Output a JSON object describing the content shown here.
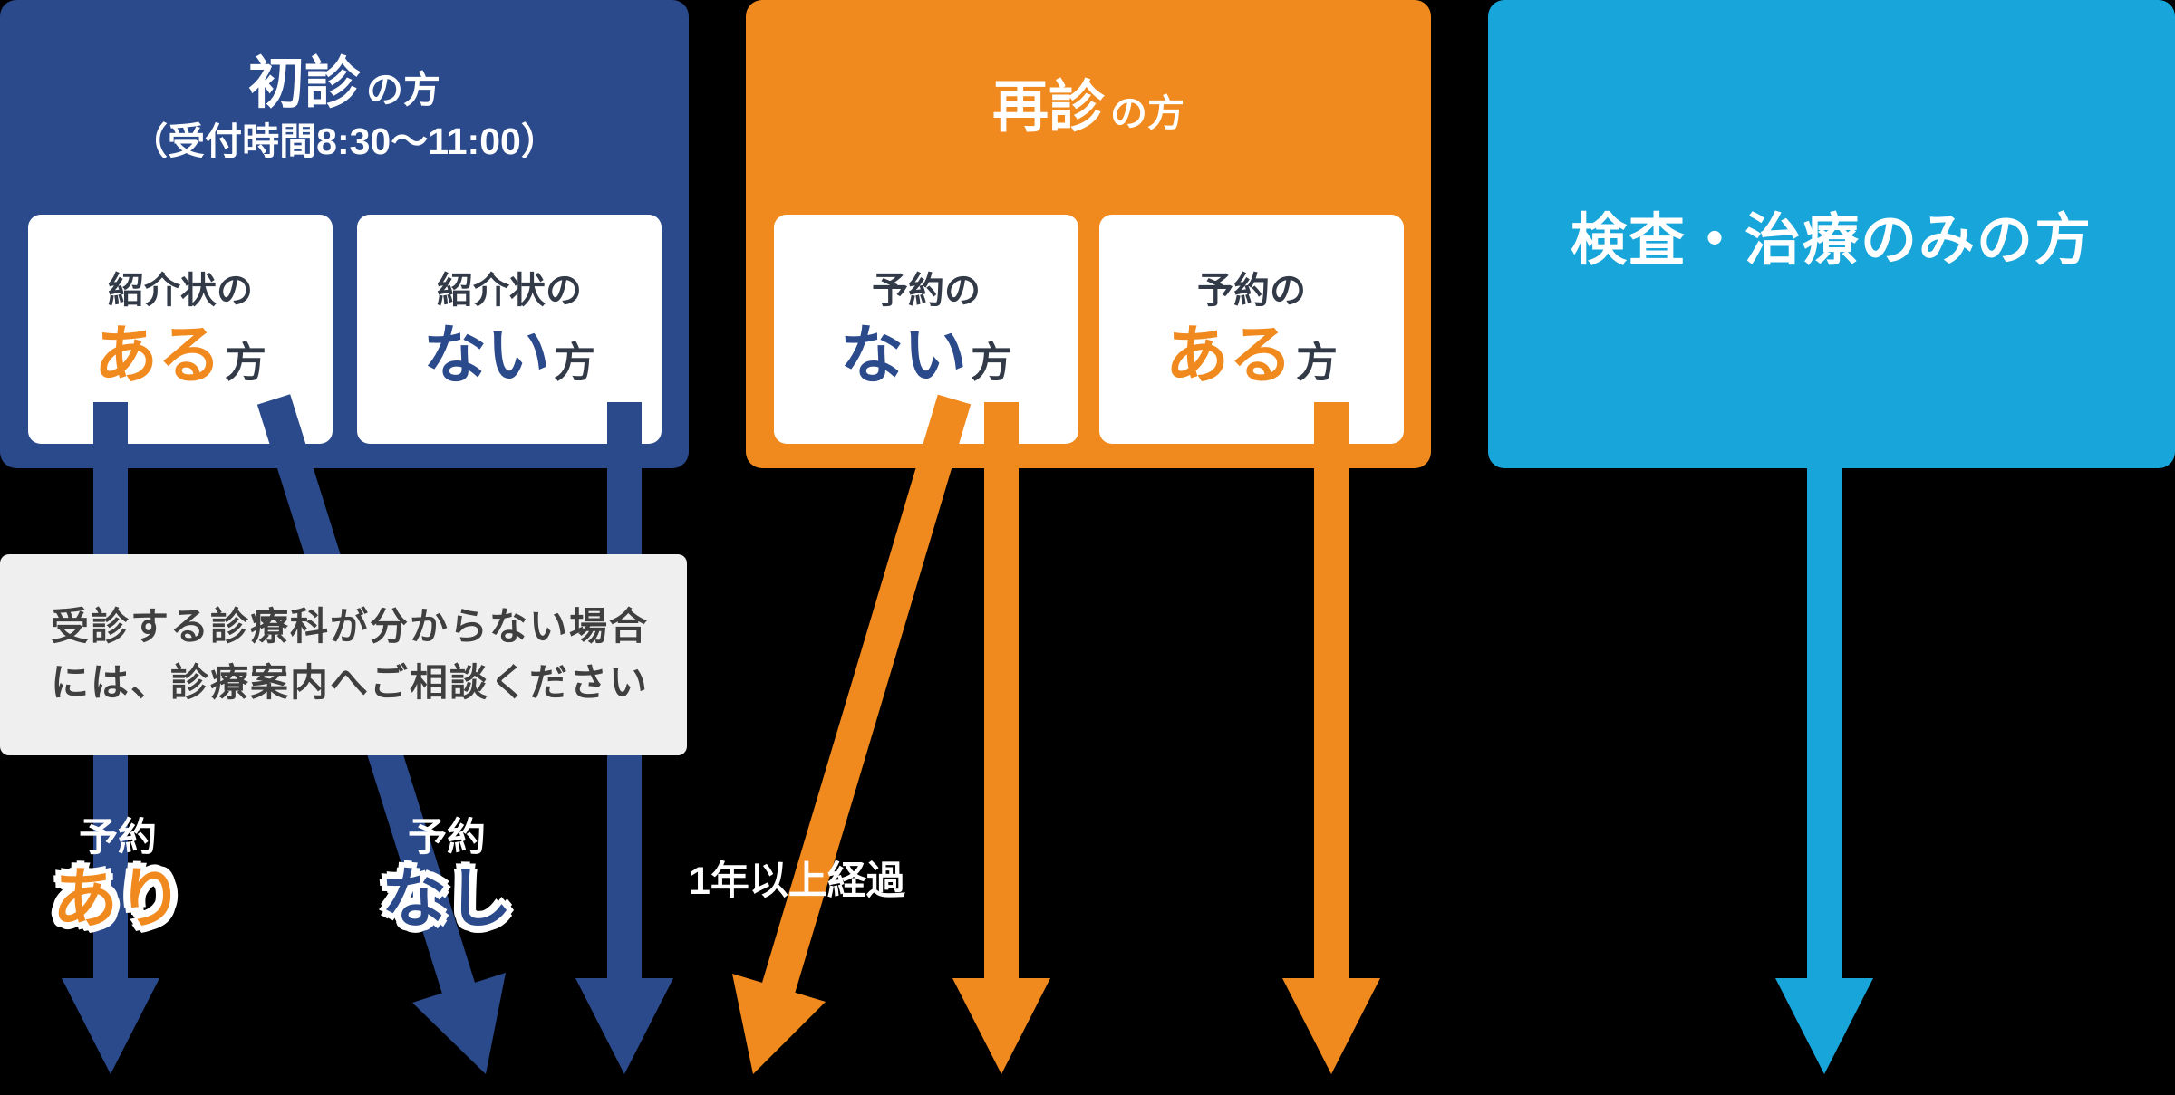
{
  "colors": {
    "navy": "#2b4a8c",
    "orange": "#f0891e",
    "cyan": "#17a5da",
    "notice_bg": "#efefef",
    "notice_text": "#3f3f3f",
    "card_text": "#333a47"
  },
  "first_visit": {
    "title": "初診",
    "title_suffix": "の方",
    "subtitle": "（受付時間8:30～11:00）",
    "cards": [
      {
        "line1": "紹介状の",
        "big": "ある",
        "suffix": "方",
        "big_color": "orange"
      },
      {
        "line1": "紹介状の",
        "big": "ない",
        "suffix": "方",
        "big_color": "navy"
      }
    ]
  },
  "revisit": {
    "title": "再診",
    "title_suffix": "の方",
    "cards": [
      {
        "line1": "予約の",
        "big": "ない",
        "suffix": "方",
        "big_color": "navy"
      },
      {
        "line1": "予約の",
        "big": "ある",
        "suffix": "方",
        "big_color": "orange"
      }
    ]
  },
  "exam_only": {
    "title": "検査・治療のみの方"
  },
  "notice": {
    "line1": "受診する診療科が分からない場合",
    "line2": "には、診療案内へご相談ください"
  },
  "labels": {
    "reserved": {
      "top": "予約",
      "bottom": "あり",
      "bottom_color": "orange"
    },
    "not_reserved": {
      "top": "予約",
      "bottom": "なし",
      "bottom_color": "navy"
    },
    "over_year": "1年以上経過"
  }
}
